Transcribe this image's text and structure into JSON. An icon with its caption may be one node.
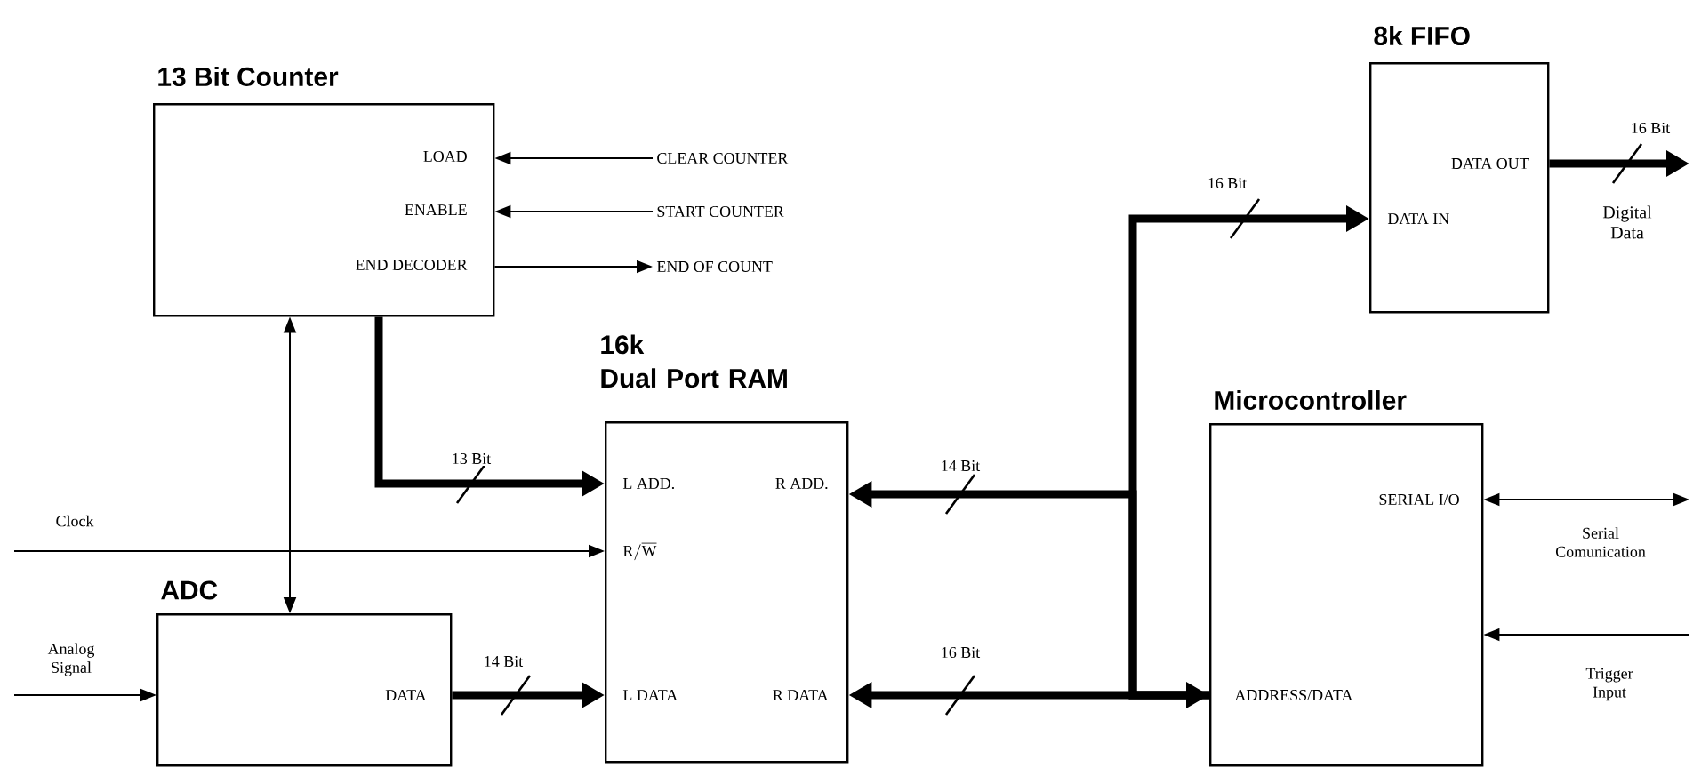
{
  "diagram": {
    "nodes": [
      {
        "text": [
          "13 Bit Counter",
          "LOAD",
          "ENABLE",
          "END DECODER"
        ]
      },
      {
        "text": [
          "CLEAR COUNTER"
        ]
      },
      {
        "text": [
          "START COUNTER"
        ]
      },
      {
        "text": [
          "END OF COUNT"
        ]
      },
      {
        "text": [
          "8k FIFO",
          "DATA OUT",
          "DATA IN"
        ]
      },
      {
        "text": [
          "16k Dual Port RAM",
          "L ADD.",
          "R ADD.",
          "\\mathrm{R/\\overline{W}}",
          "L DATA",
          "R DATA"
        ]
      },
      {
        "text": [
          "Microcontroller",
          "SERIAL I/O",
          "ADDRESS/DATA"
        ]
      },
      {
        "text": [
          "ADC",
          "DATA"
        ]
      }
    ],
    "edges": [
      {
        "from": 1,
        "to": 0,
        "arrow": "to"
      },
      {
        "from": 2,
        "to": 0,
        "arrow": "to"
      },
      {
        "from": 0,
        "to": 3,
        "arrow": "to"
      },
      {
        "from": 0,
        "to": 7,
        "arrow": "both"
      },
      {
        "from": 0,
        "to": 5,
        "arrow": "to",
        "style": "thick",
        "label": "13 Bit"
      },
      {
        "from": null,
        "to": 5,
        "arrow": "to",
        "label": "Clock"
      },
      {
        "from": null,
        "to": 7,
        "arrow": "to",
        "label": "Analog Signal"
      },
      {
        "from": 7,
        "to": 5,
        "arrow": "to",
        "style": "thick",
        "label": "14 Bit"
      },
      {
        "from": 6,
        "to": 5,
        "arrow": "to",
        "style": "thick",
        "label": "14 Bit"
      },
      {
        "from": 6,
        "to": 5,
        "arrow": "both",
        "style": "thick",
        "label": "16 Bit"
      },
      {
        "from": 6,
        "to": 4,
        "arrow": "to",
        "style": "thick",
        "label": "16 Bit"
      },
      {
        "from": 4,
        "to": null,
        "arrow": "to",
        "style": "thick",
        "label": "16 Bit"
      },
      {
        "from": 6,
        "to": null,
        "arrow": "both",
        "label": "Serial Comunication"
      },
      {
        "from": null,
        "to": 6,
        "arrow": "to",
        "label": "Trigger Input"
      }
    ],
    "labels": [
      "Digital Data"
    ]
  }
}
